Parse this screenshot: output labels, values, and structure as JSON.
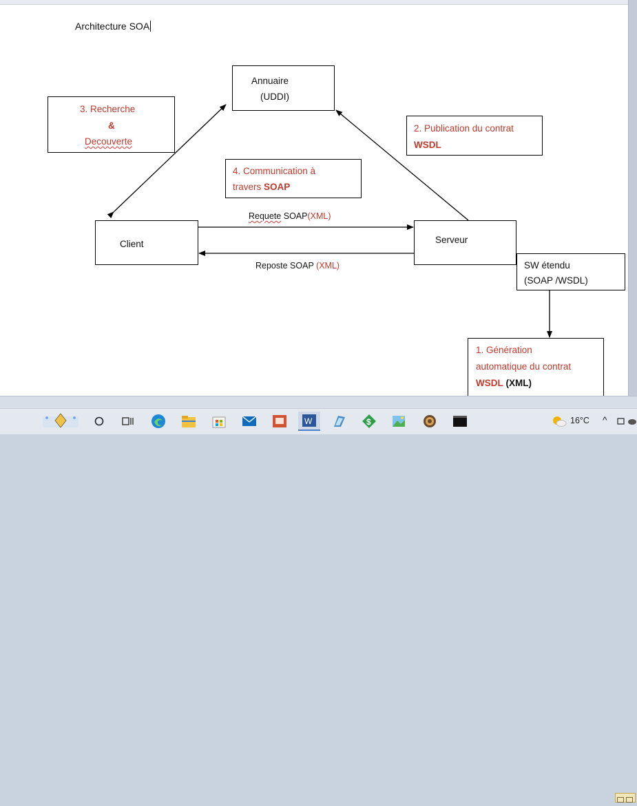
{
  "document": {
    "title": "Architecture SOA"
  },
  "diagram": {
    "annuaire": {
      "line1": "Annuaire",
      "line2": "(UDDI)"
    },
    "recherche": {
      "line1": "3. Recherche",
      "line2": "&",
      "line3": "Decouverte"
    },
    "publication": {
      "line1": "2. Publication du contrat",
      "line2": "WSDL"
    },
    "communication": {
      "line1": "4. Communication à",
      "line2_plain": "travers",
      "line2_bold": "SOAP"
    },
    "client": {
      "label": "Client"
    },
    "serveur": {
      "label": "Serveur"
    },
    "sw_etendu": {
      "line1": "SW étendu",
      "line2": "(SOAP /WSDL)"
    },
    "generation": {
      "line1": "1. Génération",
      "line2": "automatique du contrat",
      "line3_bold": "WSDL",
      "line3_plain": "(XML)"
    },
    "requete": {
      "word": "Requete",
      "mid": "SOAP",
      "xml": "(XML)"
    },
    "reposte": {
      "word": "Reposte",
      "mid": "SOAP",
      "xml": "(XML)"
    }
  },
  "taskbar": {
    "icons": [
      "start-icon",
      "search-icon",
      "task-view-icon",
      "edge-icon",
      "file-explorer-icon",
      "store-icon",
      "mail-icon",
      "powerpoint-icon",
      "word-icon",
      "app-icon",
      "money-icon",
      "paint-icon",
      "settings-icon",
      "terminal-icon"
    ],
    "weather": "16°C",
    "colors": {
      "accent": "#4a7fd0"
    }
  },
  "colors": {
    "red": "#c0392b"
  }
}
